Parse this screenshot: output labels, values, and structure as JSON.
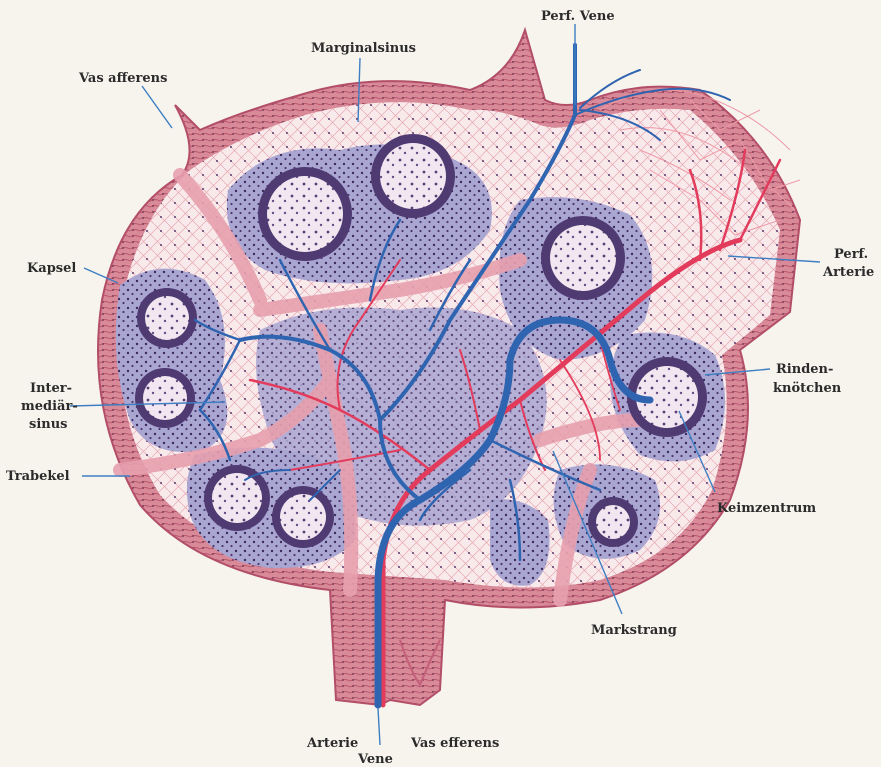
{
  "labels": {
    "perf_vene": "Perf. Vene",
    "marginalsinus": "Marginalsinus",
    "vas_afferens": "Vas afferens",
    "kapsel": "Kapsel",
    "intermediaersinus_1": "Inter-",
    "intermediaersinus_2": "mediär-",
    "intermediaersinus_3": "sinus",
    "trabekel": "Trabekel",
    "perf_arterie_1": "Perf.",
    "perf_arterie_2": "Arterie",
    "rindenknoetchen_1": "Rinden-",
    "rindenknoetchen_2": "knötchen",
    "keimzentrum": "Keimzentrum",
    "markstrang": "Markstrang",
    "arterie": "Arterie",
    "vene": "Vene",
    "vas_efferens": "Vas efferens"
  },
  "colors": {
    "capsule": "#d98a99",
    "capsule_dark": "#c4607a",
    "sinus": "#f6e6e8",
    "cortex": "#a7a3cf",
    "germinal_center": "#f1e4ef",
    "follicle_ring": "#5a3f74",
    "vein": "#2f64b0",
    "artery": "#e33b5b",
    "leader": "#3d7fc2"
  }
}
